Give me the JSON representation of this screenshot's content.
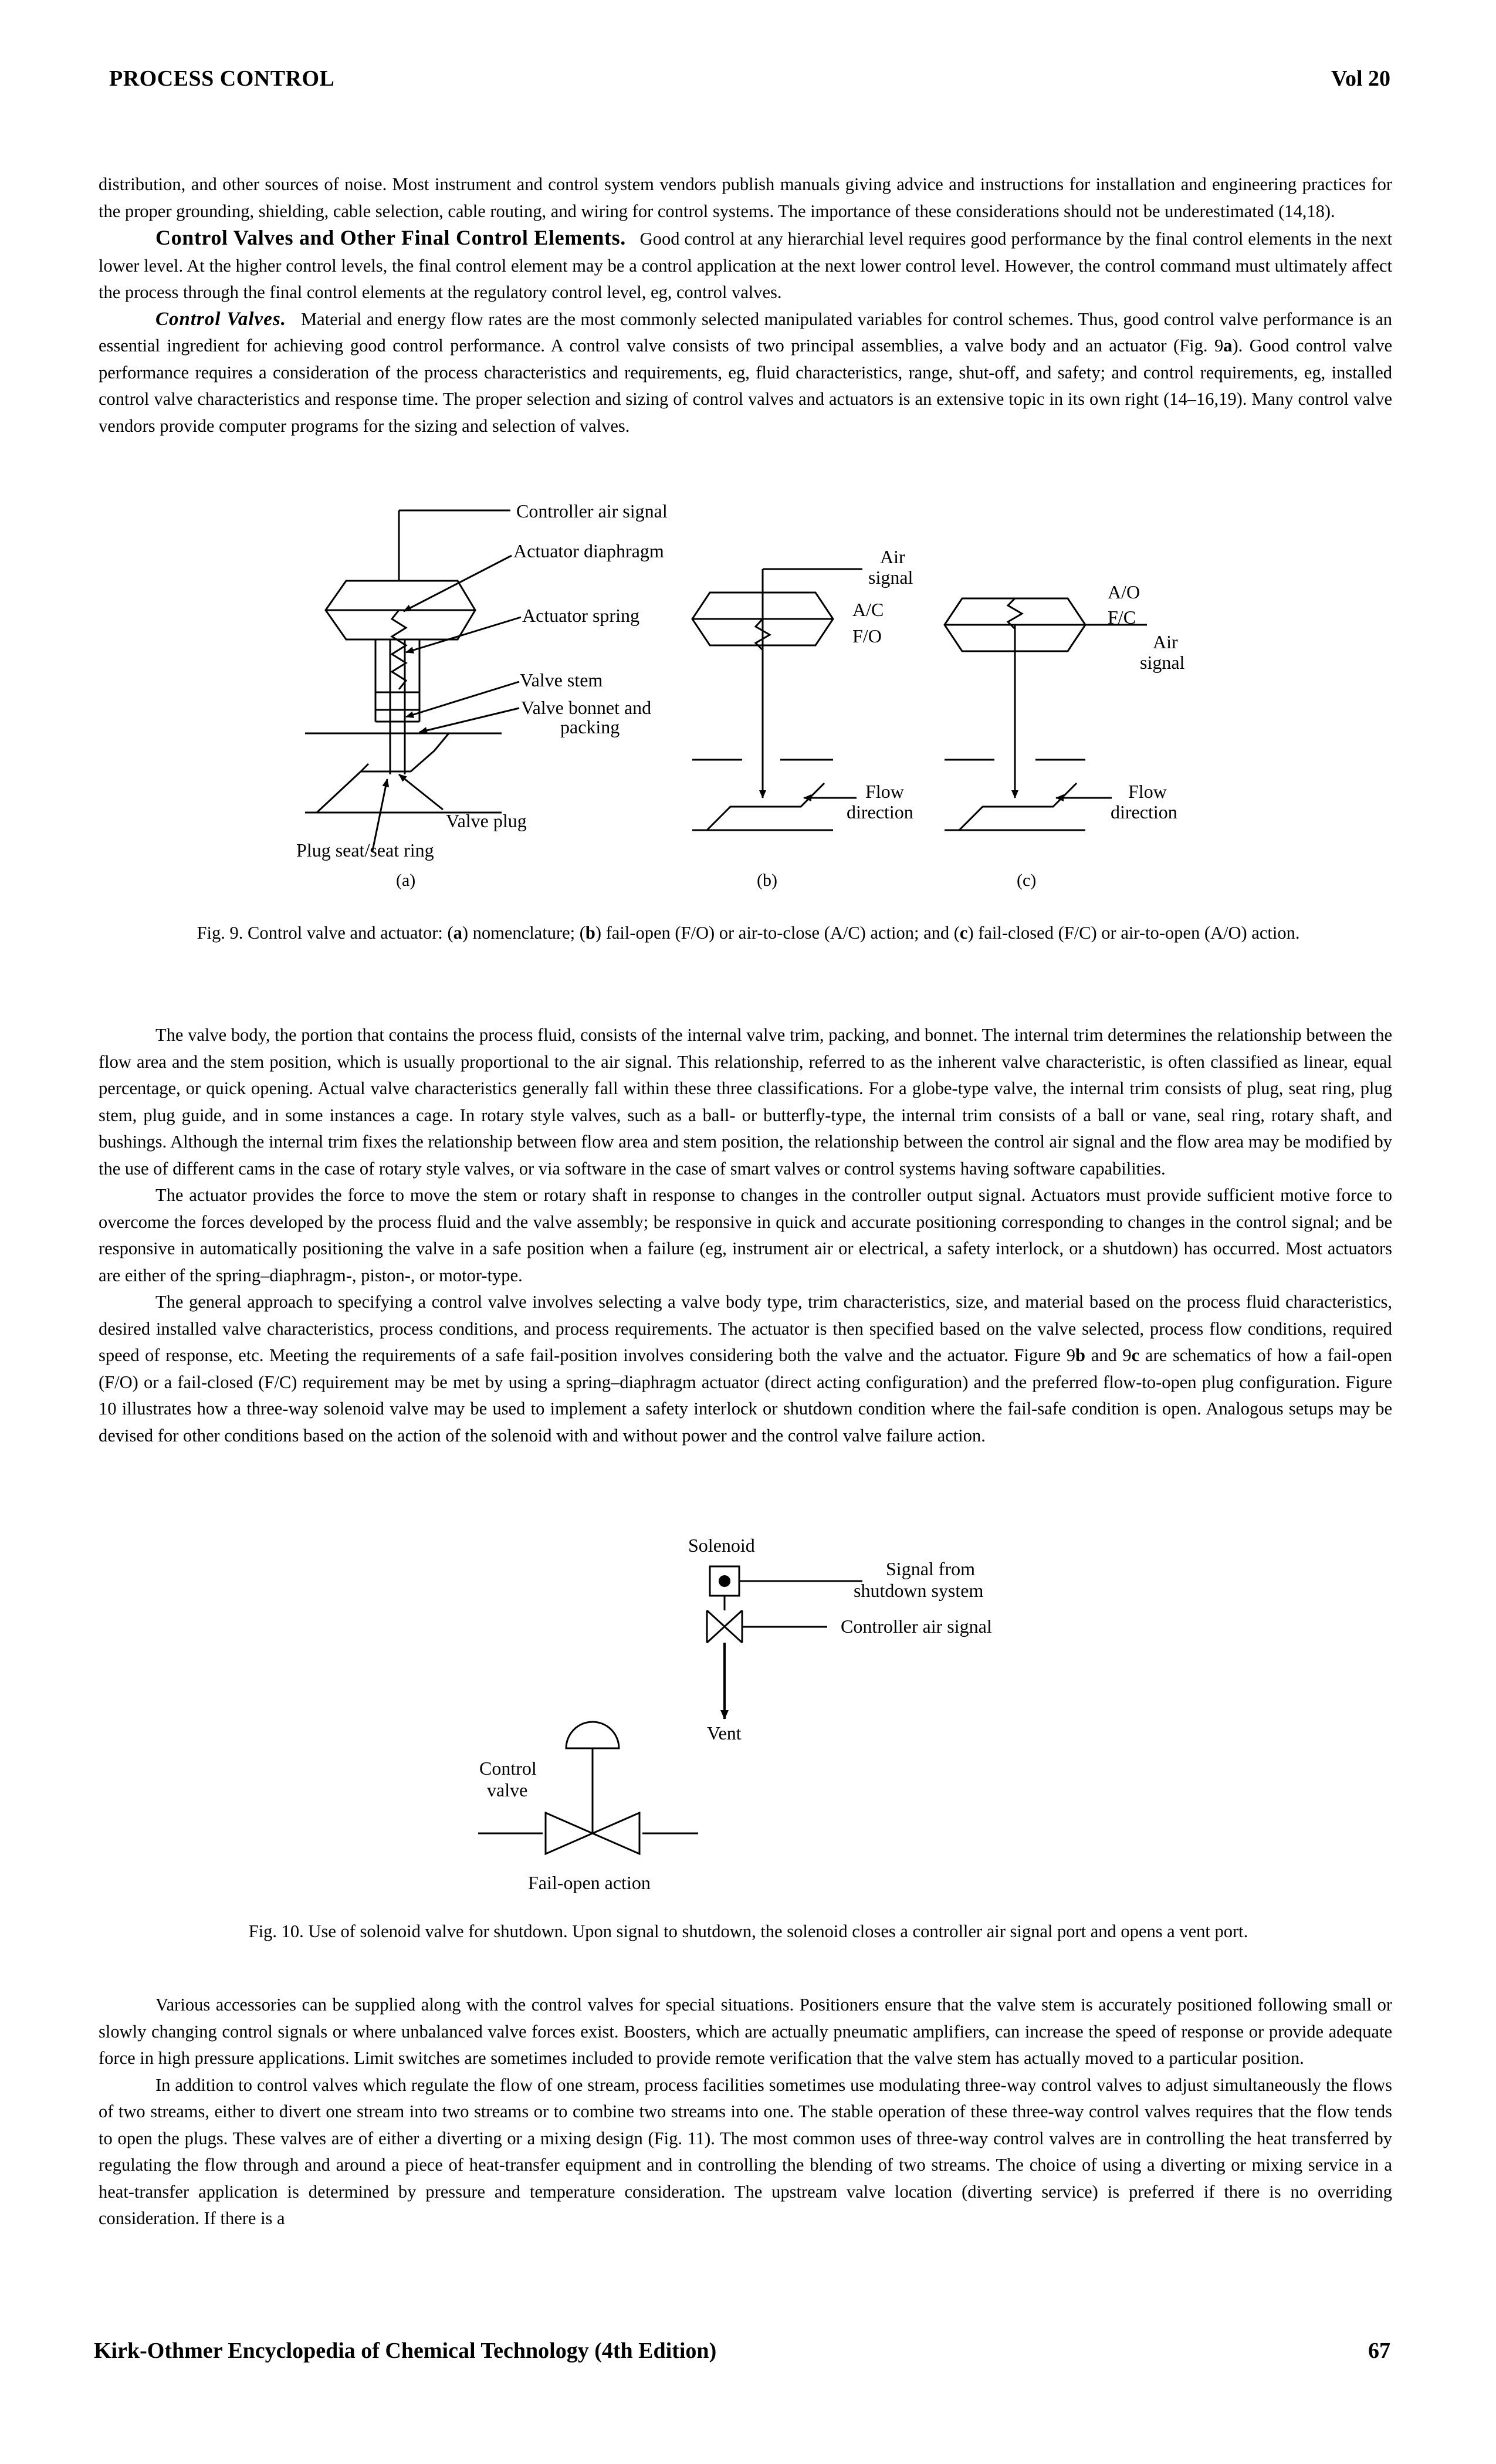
{
  "header": {
    "title": "PROCESS CONTROL",
    "volume": "Vol 20"
  },
  "footer": {
    "book": "Kirk-Othmer Encyclopedia of Chemical Technology (4th Edition)",
    "page": "67"
  },
  "para_top": "distribution, and other sources of noise. Most instrument and control system vendors publish manuals giving advice and instructions for installation and engineering practices for the proper grounding, shielding, cable selection, cable routing, and wiring for control systems. The importance of these considerations should not be underestimated (14,18).",
  "section1": {
    "heading": "Control Valves and Other Final Control Elements.",
    "text": "Good control at any hierarchial level requires good performance by the final control elements in the next lower level. At the higher control levels, the final control element may be a control application at the next lower control level. However, the control command must ultimately affect the process through the final control elements at the regulatory control level, eg, control valves."
  },
  "section2": {
    "heading": "Control Valves.",
    "text_a": "Material and energy flow rates are the most commonly selected manipulated variables for control schemes. Thus, good control valve performance is an essential ingredient for achieving good control performance. A control valve consists of two principal assemblies, a valve body and an actuator (Fig. 9",
    "text_bold": "a",
    "text_b": "). Good control valve performance requires a consideration of the process characteristics and requirements, eg, fluid characteristics, range, shut-off, and safety; and control requirements, eg, installed control valve characteristics and response time. The proper selection and sizing of control valves and actuators is an extensive topic in its own right (14–16,19). Many control valve vendors provide computer programs for the sizing and selection of valves."
  },
  "fig9": {
    "a_labels": {
      "controller_air_signal": "Controller air signal",
      "actuator_diaphragm": "Actuator diaphragm",
      "actuator_spring": "Actuator spring",
      "valve_stem": "Valve stem",
      "valve_bonnet_1": "Valve bonnet  and",
      "valve_bonnet_2": "packing",
      "valve_plug": "Valve plug",
      "plug_seat": "Plug seat/seat ring",
      "panel": "(a)"
    },
    "b_labels": {
      "air1": "Air",
      "air2": "signal",
      "ac": "A/C",
      "fo": "F/O",
      "flow1": "Flow",
      "flow2": "direction",
      "panel": "(b)"
    },
    "c_labels": {
      "ao": "A/O",
      "fc": "F/C",
      "air1": "Air",
      "air2": "signal",
      "flow1": "Flow",
      "flow2": "direction",
      "panel": "(c)"
    },
    "caption": {
      "p1": "Fig. 9. Control valve and actuator: (",
      "a": "a",
      "p2": ") nomenclature; (",
      "b": "b",
      "p3": ") fail-open (F/O) or air-to-close (A/C) action; and (",
      "c": "c",
      "p4": ") fail-closed (F/C) or air-to-open (A/O) action."
    }
  },
  "para1": "The valve body, the portion that contains the process fluid, consists of the internal valve trim, packing, and bonnet. The internal trim determines the relationship between the flow area and the stem position, which is usually proportional to the air signal. This relationship, referred to as the inherent valve characteristic, is often classified as linear, equal percentage, or quick opening. Actual valve characteristics generally fall within these three classifications. For a globe-type valve, the internal trim consists of plug, seat ring, plug stem, plug guide, and in some instances a cage. In rotary style valves, such as a ball- or butterfly-type, the internal trim consists of a ball or vane, seal ring, rotary shaft, and bushings. Although the internal trim fixes the relationship between flow area and stem position, the relationship between the control air signal and the flow area may be modified by the use of different cams in the case of rotary style valves, or via software in the case of smart valves or control systems having software capabilities.",
  "para2": "The actuator provides the force to move the stem or rotary shaft in response to changes in the controller output signal. Actuators must provide sufficient motive force to overcome the forces developed by the process fluid and the valve assembly; be responsive in quick and accurate positioning corresponding to changes in the control signal; and be responsive in automatically positioning the valve in a safe position when a failure (eg, instrument air or electrical, a safety interlock, or a shutdown) has occurred. Most actuators are either of the spring–diaphragm-, piston-, or motor-type.",
  "para3": {
    "t1": "The general approach to specifying a control valve involves selecting a valve body type, trim characteristics, size, and material based on the process fluid characteristics, desired installed valve characteristics, process conditions, and process requirements. The actuator is then specified based on the valve selected, process flow conditions, required speed of response, etc. Meeting the requirements of a safe fail-position involves considering both the valve and the actuator. Figure 9",
    "b": "b",
    "t2": " and 9",
    "c": "c",
    "t3": " are schematics of how a fail-open (F/O) or a fail-closed (F/C) requirement may be met by using a spring–diaphragm actuator (direct acting configuration) and the preferred flow-to-open plug configuration. Figure 10 illustrates how a three-way solenoid valve may be used to implement a safety interlock or shutdown condition where the fail-safe condition is open. Analogous setups may be devised for other conditions based on the action of the solenoid with and without power and the control valve failure action."
  },
  "fig10": {
    "labels": {
      "solenoid": "Solenoid",
      "signal1": "Signal from",
      "signal2": "shutdown system",
      "controller_air": "Controller air signal",
      "vent": "Vent",
      "cv1": "Control",
      "cv2": "valve",
      "failopen": "Fail-open action"
    },
    "caption": "Fig. 10. Use of solenoid valve for shutdown. Upon signal to shutdown, the solenoid closes a controller air signal port and opens a vent port."
  },
  "para4": "Various accessories can be supplied along with the control valves for special situations. Positioners ensure that the valve stem is accurately positioned following small or slowly changing control signals or where unbalanced valve forces exist. Boosters, which are actually pneumatic amplifiers, can increase the speed of response or provide adequate force in high pressure applications. Limit switches are sometimes included to provide remote verification that the valve stem has actually moved to a particular position.",
  "para5": "In addition to control valves which regulate the flow of one stream, process facilities sometimes use modulating three-way control valves to adjust simultaneously the flows of two streams, either to divert one stream into two streams or to combine two streams into one. The stable operation of these three-way control valves requires that the flow tends to open the plugs. These valves are of either a diverting or a mixing design (Fig. 11). The most common uses of three-way control valves are in controlling the heat transferred by regulating the flow through and around a piece of heat-transfer equipment and in controlling the blending of two streams. The choice of using a diverting or mixing service in a heat-transfer application is determined by pressure and temperature consideration. The upstream valve location (diverting service) is preferred if there is no overriding consideration. If there is a"
}
